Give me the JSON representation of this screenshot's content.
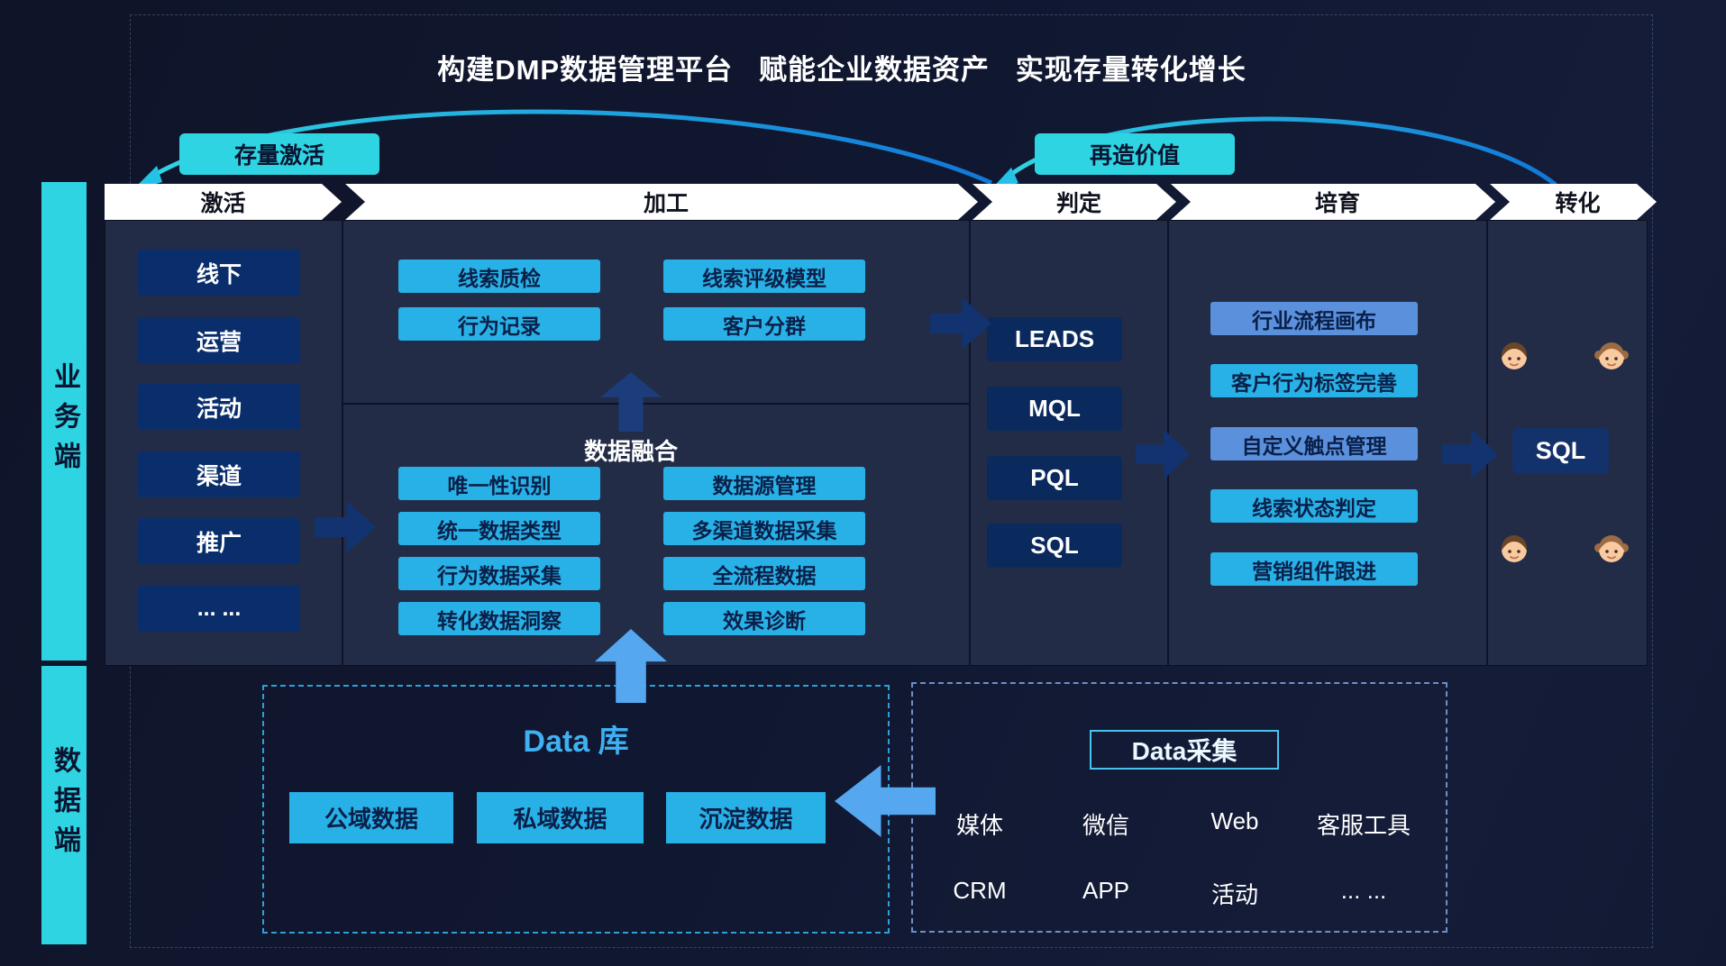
{
  "title": "构建DMP数据管理平台   赋能企业数据资产   实现存量转化增长",
  "badges": {
    "stock_activation": "存量激活",
    "value_recreation": "再造价值"
  },
  "stages": [
    "激活",
    "加工",
    "判定",
    "培育",
    "转化"
  ],
  "side_labels": {
    "business": "业务端",
    "data": "数据端"
  },
  "activation": {
    "items": [
      "线下",
      "运营",
      "活动",
      "渠道",
      "推广",
      "... ..."
    ]
  },
  "processing": {
    "quality_buttons": [
      "线索质检",
      "行为记录"
    ],
    "model_buttons": [
      "线索评级模型",
      "客户分群"
    ],
    "fusion_label": "数据融合",
    "identify_buttons": [
      "唯一性识别",
      "统一数据类型",
      "行为数据采集",
      "转化数据洞察"
    ],
    "source_buttons": [
      "数据源管理",
      "多渠道数据采集",
      "全流程数据",
      "效果诊断"
    ]
  },
  "judgement": {
    "items": [
      "LEADS",
      "MQL",
      "PQL",
      "SQL"
    ]
  },
  "nurture": {
    "items": [
      "行业流程画布",
      "客户行为标签完善",
      "自定义触点管理",
      "线索状态判定",
      "营销组件跟进"
    ]
  },
  "conversion": {
    "sql": "SQL"
  },
  "data_library": {
    "title": "Data 库",
    "items": [
      "公域数据",
      "私域数据",
      "沉淀数据"
    ]
  },
  "data_collection": {
    "title": "Data采集",
    "sources_row1": [
      "媒体",
      "微信",
      "Web",
      "客服工具"
    ],
    "sources_row2": [
      "CRM",
      "APP",
      "活动",
      "... ..."
    ]
  },
  "colors": {
    "background": "#10152a",
    "panel": "#222c47",
    "cyan_accent": "#2ed4e2",
    "cyan_button": "#28b1e7",
    "navy_button": "#0a2e6c",
    "judge_button": "#0a2a5e",
    "light_blue_button": "#5b90dc",
    "arrow_navy": "#12336f",
    "arrow_light": "#55a7f0",
    "stage_bar": "#ffffff"
  }
}
